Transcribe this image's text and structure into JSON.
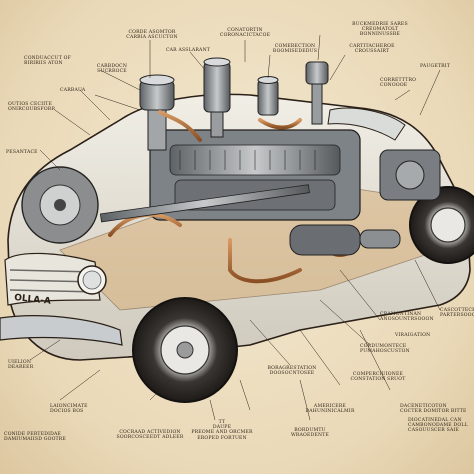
{
  "figure": {
    "description_visible": false,
    "badge_text": "OLLA-A",
    "colors": {
      "paper": "#efe3c8",
      "ink": "#2a2018",
      "copper": "#b5703a",
      "steel": "#8f9396",
      "car_body": "#e6e2d6",
      "tire": "#2b2826"
    }
  },
  "labels": [
    {
      "id": "l1",
      "text": "CORDE ASOMTOR\nCARBIA ASCUCTON"
    },
    {
      "id": "l2",
      "text": "CAR ASSLARANT"
    },
    {
      "id": "l3",
      "text": "CONATORTIN\nCORONACICTACOE"
    },
    {
      "id": "l4",
      "text": "BUCKMEDRIE SARES\nCREOMATOLT\nBONNINUSSRE"
    },
    {
      "id": "l5",
      "text": "CONDUACCUT OF\nBIRIRIIS ATON"
    },
    {
      "id": "l6",
      "text": "CARBDOCN\nSUCRROCE"
    },
    {
      "id": "l7",
      "text": "COMERECTION\nBOOMISEDEDUS"
    },
    {
      "id": "l8",
      "text": "CARTITACHEROE\nCROUSSAIRT"
    },
    {
      "id": "l9",
      "text": "CARBAUA"
    },
    {
      "id": "l10",
      "text": "PAUGETRIT"
    },
    {
      "id": "l11",
      "text": "CORRETTTRO\nCONOOOE"
    },
    {
      "id": "l12",
      "text": "OUTIOS CECIITE\nONIRCOUBSFORR"
    },
    {
      "id": "l13",
      "text": "PESANTACE"
    },
    {
      "id": "l14",
      "text": "CRAMONTINAN\nANOSOUNTRSOOON"
    },
    {
      "id": "l15",
      "text": "CASCOTTECEOR\nPARTERSOOON"
    },
    {
      "id": "l16",
      "text": "VIRAIGATION"
    },
    {
      "id": "l17",
      "text": "CORDUMONTECE\nPUMAHOSCUSTON"
    },
    {
      "id": "l18",
      "text": "BORAGRESTATION\nDOOSOCNTOSEE"
    },
    {
      "id": "l19",
      "text": "COMPERCIUIONEE\nCONSTATION SRUOT"
    },
    {
      "id": "l20",
      "text": "DACENETICOTON\nCOCTER DOMITOR BITTE"
    },
    {
      "id": "l21",
      "text": "UIELION\nDEAREER"
    },
    {
      "id": "l22",
      "text": "LAIONCIMATE\nDOCIOS BOS"
    },
    {
      "id": "l23",
      "text": "CONIDE PERTEDIDAE\nDAMIUMAIISD GOOTRE"
    },
    {
      "id": "l24",
      "text": "COCRAAD ACTIVEDION\nSOORCOSCEEDT ADLEER"
    },
    {
      "id": "l25",
      "text": "TT\nDAUPE\nPREOME AND ORCMER\nEROPED FORTUEN"
    },
    {
      "id": "l26",
      "text": "BORDUMTU\nWRAOEDENTE"
    },
    {
      "id": "l27",
      "text": "AMERICERE\nDAHUNINICALMIR"
    },
    {
      "id": "l28",
      "text": "DIOCATINEDAL CAN\nCAMBONODAME DOLL\nCASOUUSCER SAIE"
    }
  ]
}
